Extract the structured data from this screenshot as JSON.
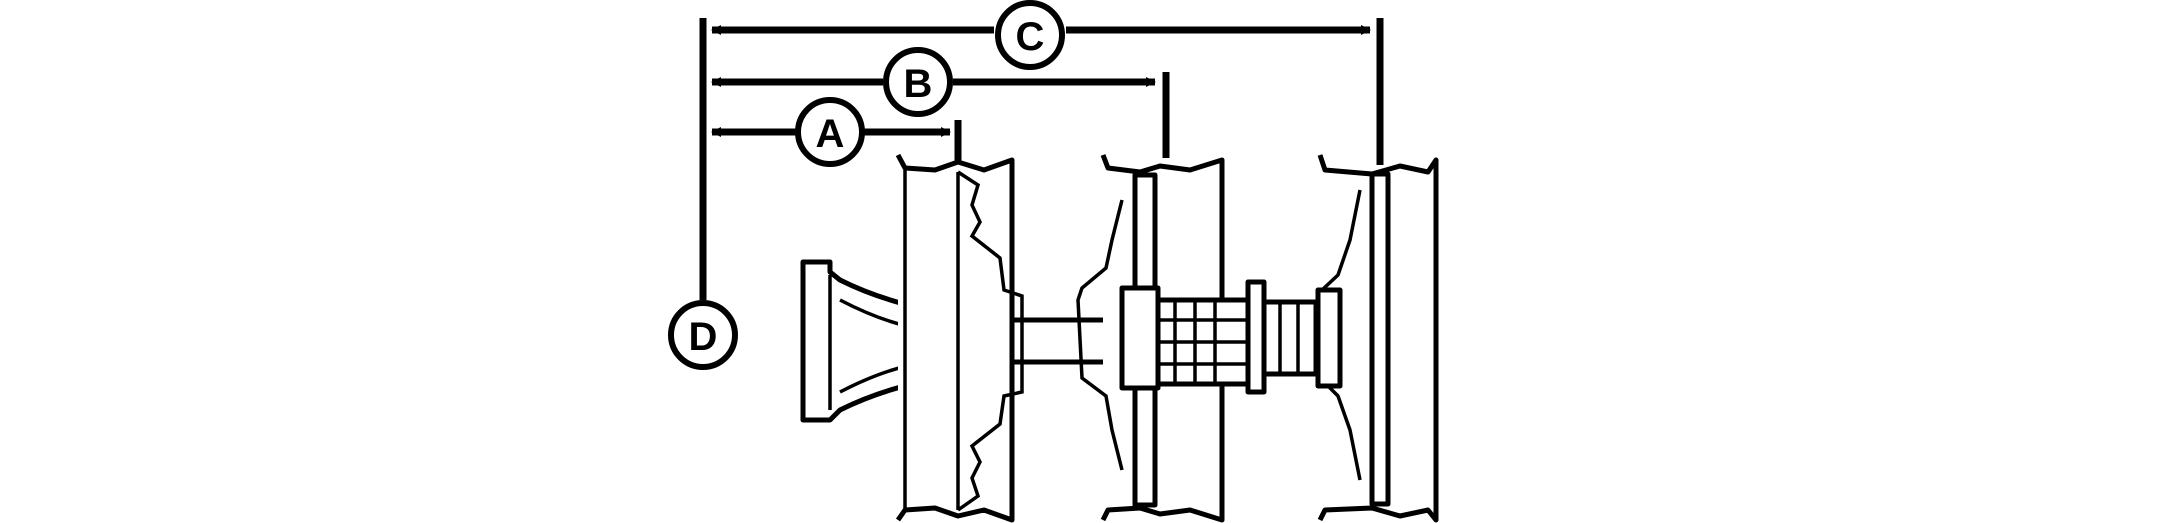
{
  "figure": {
    "callouts": {
      "a": "A",
      "b": "B",
      "c": "C",
      "d": "D"
    },
    "colors": {
      "line": "#000000",
      "background": "#ffffff"
    }
  }
}
